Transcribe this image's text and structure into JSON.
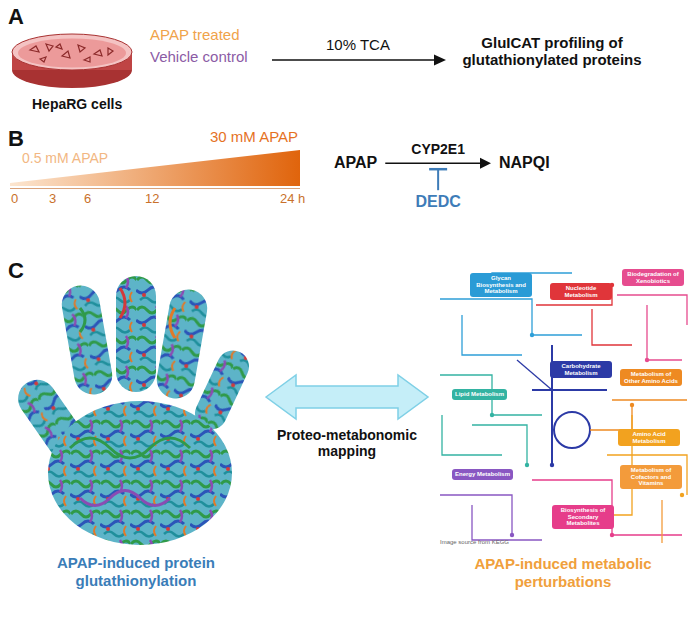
{
  "diagram": {
    "nodes": [
      {
        "text": [
          "APAP"
        ]
      },
      {
        "text": [
          "NAPQI"
        ]
      },
      {
        "text": [
          "APAP-induced protein glutathionylation"
        ]
      },
      {
        "text": [
          "APAP-induced metabolic perturbations"
        ]
      },
      {
        "text": [
          "Glycan Biosynthesis and Metabolism"
        ],
        "in": 3
      },
      {
        "text": [
          "Nucleotide Metabolism"
        ],
        "in": 3
      },
      {
        "text": [
          "Biodegradation of Xenobiotics"
        ],
        "in": 3
      },
      {
        "text": [
          "Carbohydrate Metabolism"
        ],
        "in": 3
      },
      {
        "text": [
          "Lipid Metabolism"
        ],
        "in": 3
      },
      {
        "text": [
          "Metabolism of Other Amino Acids"
        ],
        "in": 3
      },
      {
        "text": [
          "Amino Acid Metabolism"
        ],
        "in": 3
      },
      {
        "text": [
          "Energy Metabolism"
        ],
        "in": 3
      },
      {
        "text": [
          "Metabolism of Cofactors and Vitamins"
        ],
        "in": 3
      },
      {
        "text": [
          "Biosynthesis of Secondary Metabolites"
        ],
        "in": 3
      }
    ],
    "edges": [
      {
        "from": 0,
        "to": 1,
        "label": "CYP2E1",
        "arrow": "to"
      },
      {
        "from": 2,
        "to": 3,
        "label": "Proteo-metabonomic mapping",
        "arrow": "both"
      }
    ],
    "labels": [
      "A",
      "APAP treated",
      "Vehicle control",
      "HepaRG cells",
      "10% TCA",
      "GluICAT profiling of glutathionylated proteins",
      "B",
      "0.5 mM APAP",
      "30 mM APAP",
      "0",
      "3",
      "6",
      "12",
      "24 h",
      "DEDC",
      "C",
      "Image source from KEGG"
    ]
  }
}
